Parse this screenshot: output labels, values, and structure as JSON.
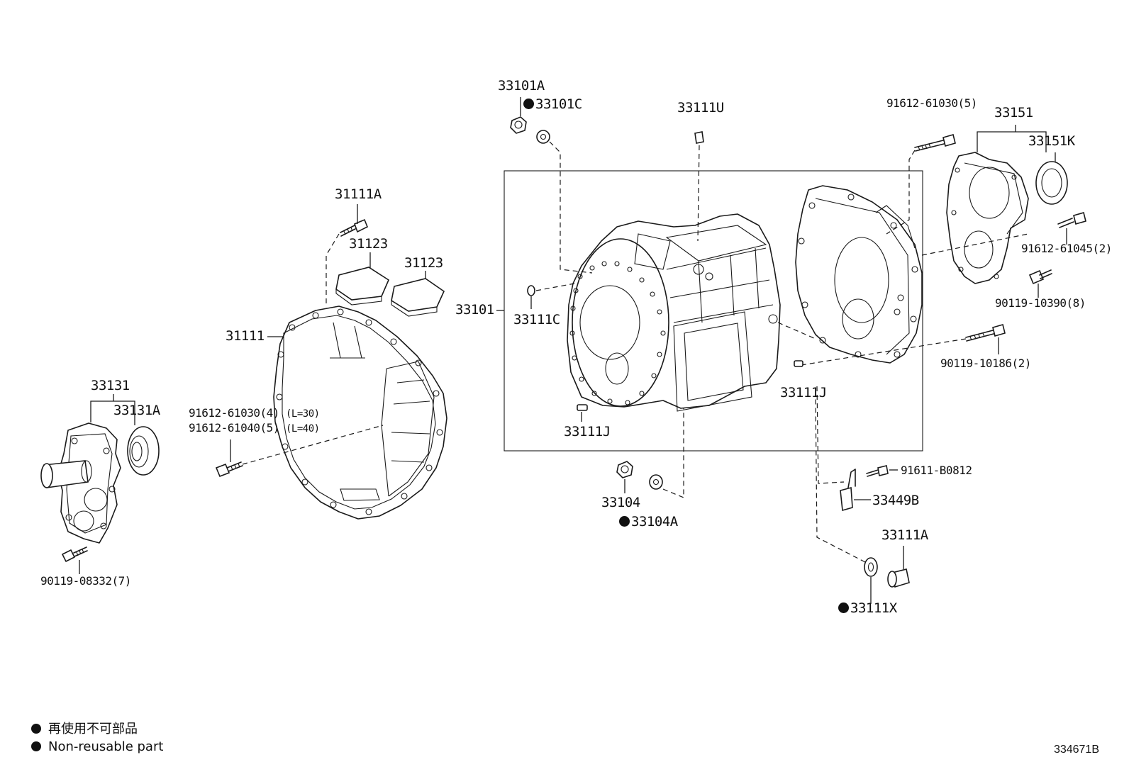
{
  "labels": {
    "p33101A": "33101A",
    "p33101C": "33101C",
    "p33111U": "33111U",
    "p91612_61030_5": "91612-61030(5)",
    "p33151": "33151",
    "p33151K": "33151K",
    "p31111A": "31111A",
    "p31123a": "31123",
    "p31123b": "31123",
    "p33101": "33101",
    "p33111C": "33111C",
    "p91612_61045_2": "91612-61045(2)",
    "p90119_10390_8": "90119-10390(8)",
    "p31111": "31111",
    "p90119_10186_2": "90119-10186(2)",
    "p33131": "33131",
    "p33131A": "33131A",
    "p33111J_right": "33111J",
    "p91612_61030_4": "91612-61030(4)",
    "p91612_61030_4_note": "(L=30)",
    "p91612_61040_5": "91612-61040(5)",
    "p91612_61040_5_note": "(L=40)",
    "p33111J_left": "33111J",
    "p91611_B0812": "91611-B0812",
    "p33104": "33104",
    "p33449B": "33449B",
    "p33104A": "33104A",
    "p33111A": "33111A",
    "p90119_08332_7": "90119-08332(7)",
    "p33111X": "33111X"
  },
  "legend": {
    "line1": "再使用不可部品",
    "line2": "Non-reusable part"
  },
  "figure_id": "334671B"
}
